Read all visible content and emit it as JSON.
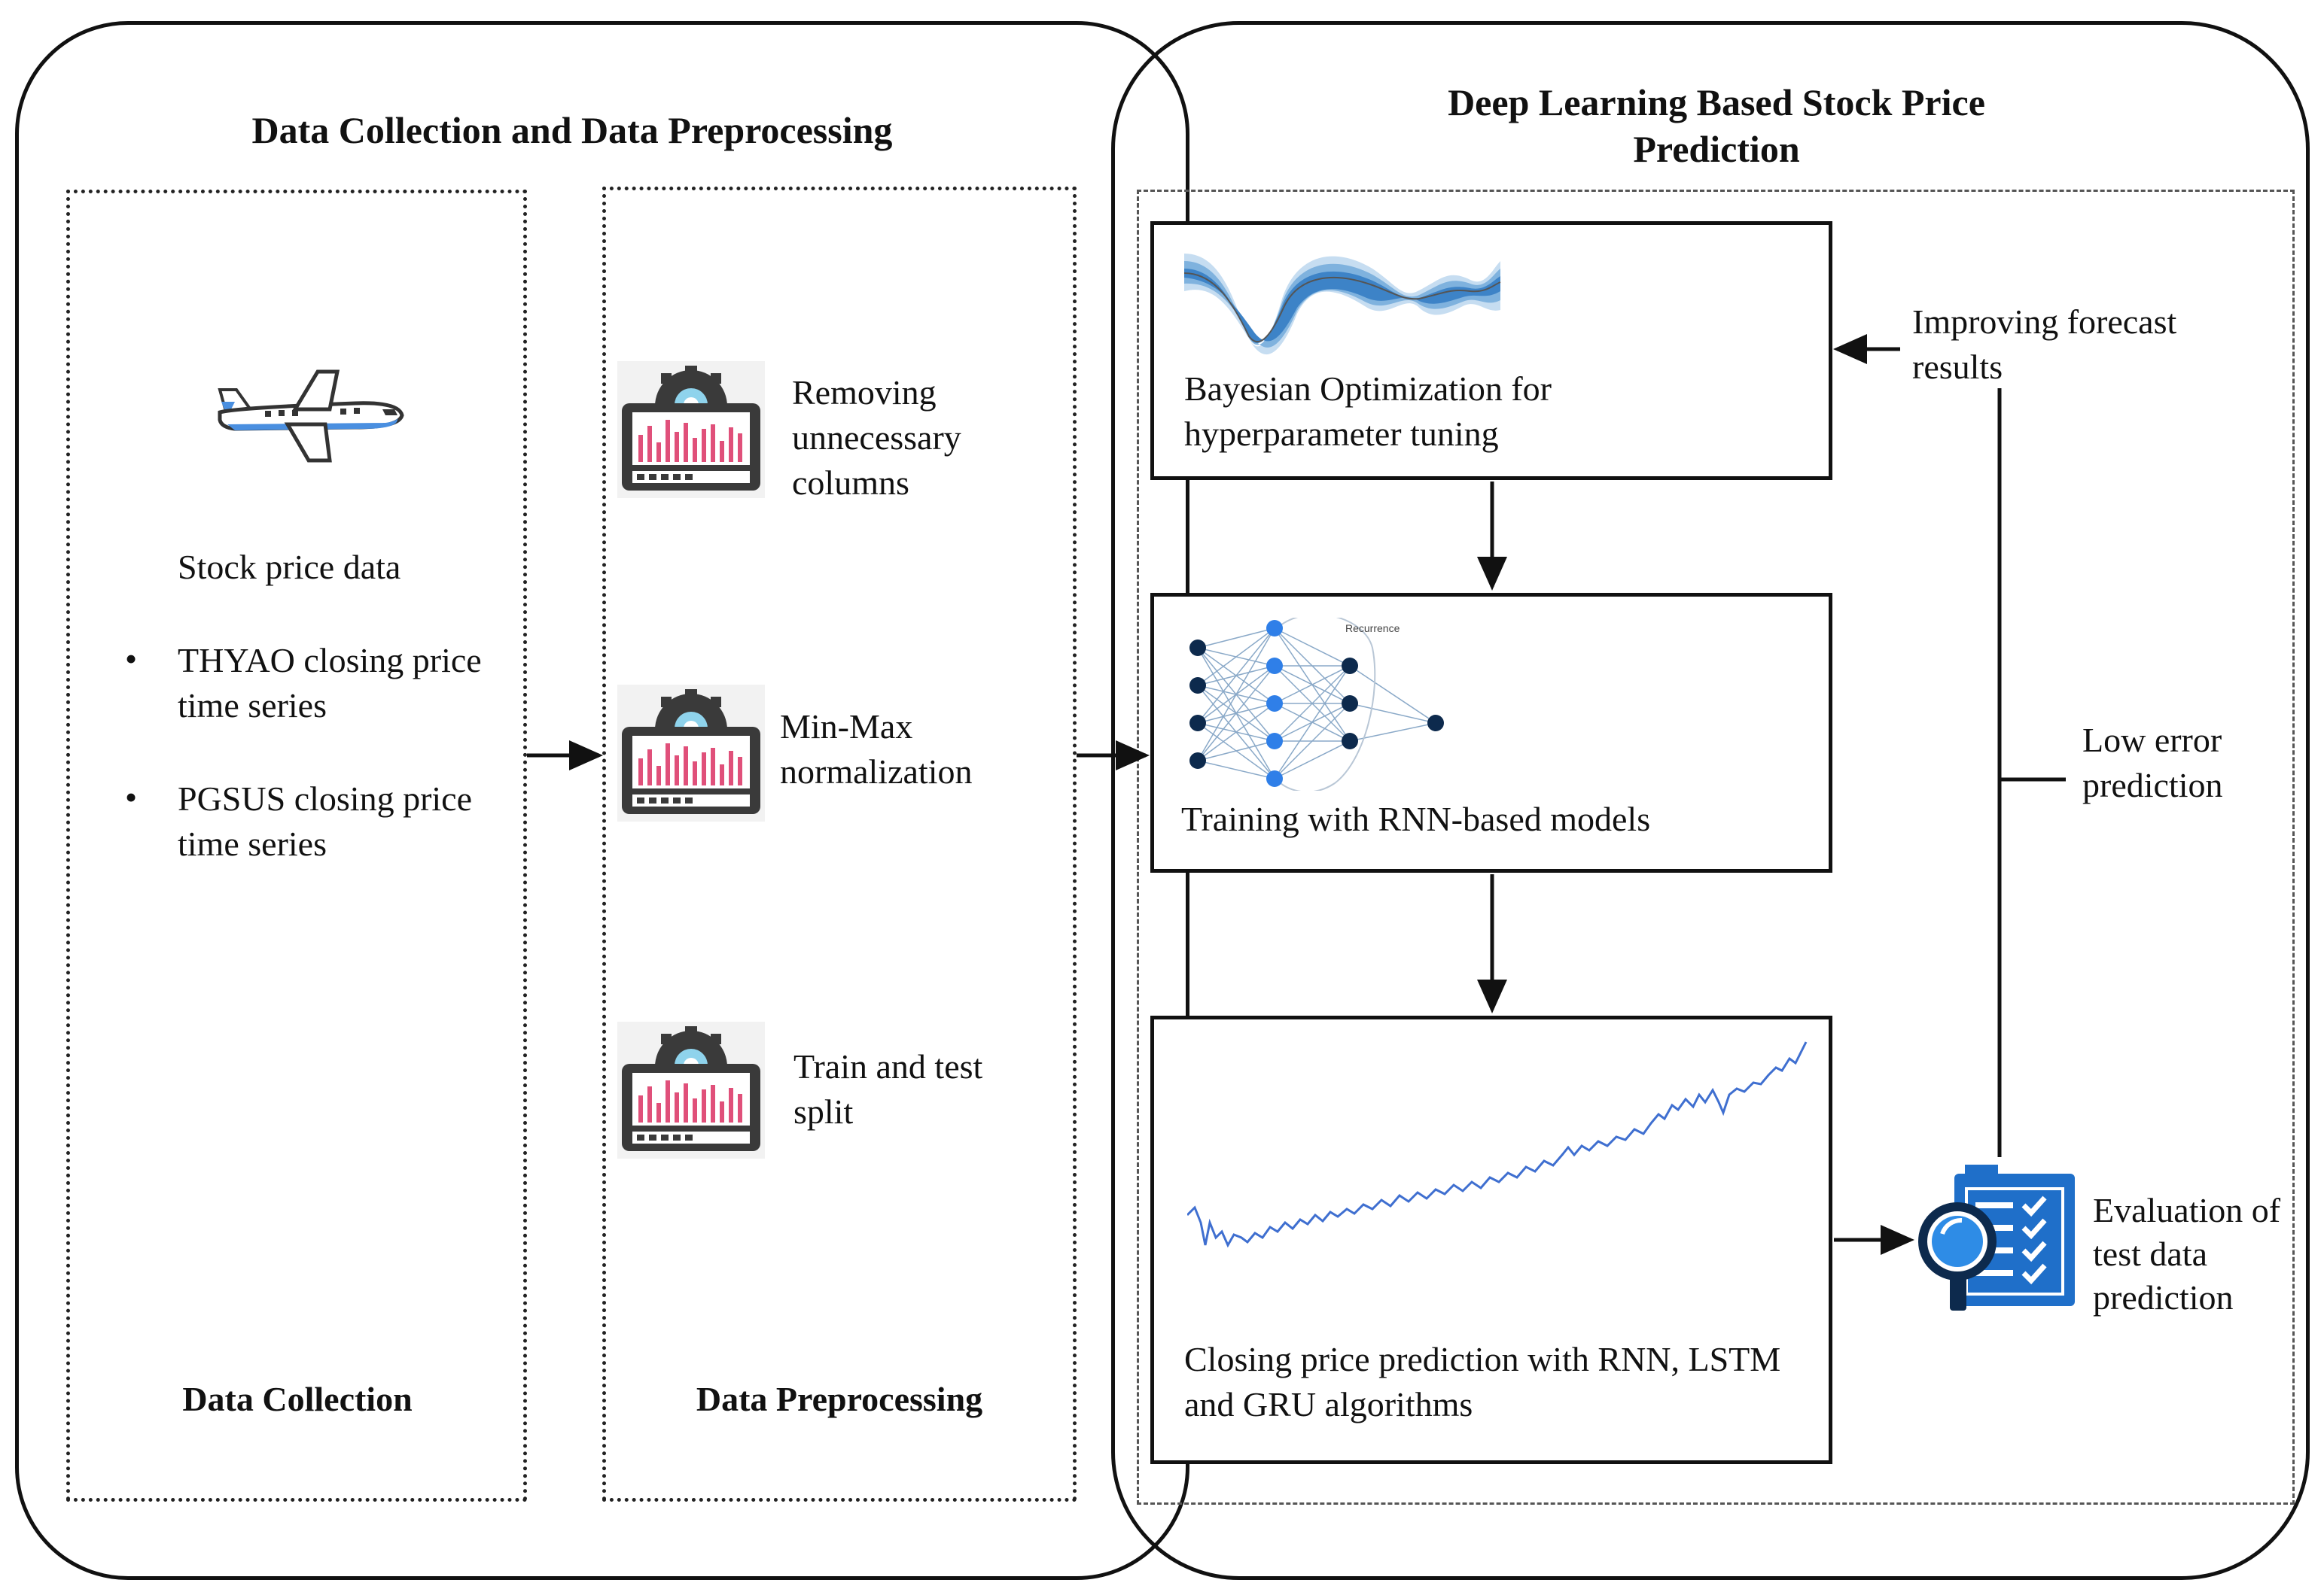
{
  "left_panel": {
    "title": "Data Collection and Data Preprocessing",
    "collection": {
      "heading": "Stock price data",
      "bullets": [
        "THYAO closing price time series",
        "PGSUS closing price time series"
      ],
      "label": "Data Collection",
      "icon": "airplane-icon"
    },
    "preprocessing": {
      "steps": [
        {
          "text": "Removing unnecessary columns",
          "icon": "monitor-chart-icon"
        },
        {
          "text": "Min-Max normalization",
          "icon": "monitor-chart-icon"
        },
        {
          "text": "Train and test split",
          "icon": "monitor-chart-icon"
        }
      ],
      "label": "Data Preprocessing"
    }
  },
  "right_panel": {
    "title": "Deep Learning Based Stock Price Prediction",
    "boxes": {
      "bayesian": {
        "text": "Bayesian Optimization for hyperparameter tuning"
      },
      "training": {
        "text": "Training with RNN-based models",
        "diagram_label": "Recurrence"
      },
      "prediction": {
        "text": "Closing price prediction with RNN, LSTM and GRU algorithms"
      }
    },
    "feedback": {
      "improving": "Improving forecast results",
      "low_error": "Low error prediction"
    },
    "evaluation": {
      "text": "Evaluation of test data prediction",
      "icon": "clipboard-magnifier-icon"
    }
  },
  "colors": {
    "line": "#111111",
    "accent_blue": "#2f7fd0",
    "chart_pink": "#e0507a",
    "icon_dark": "#3a3a3a"
  }
}
